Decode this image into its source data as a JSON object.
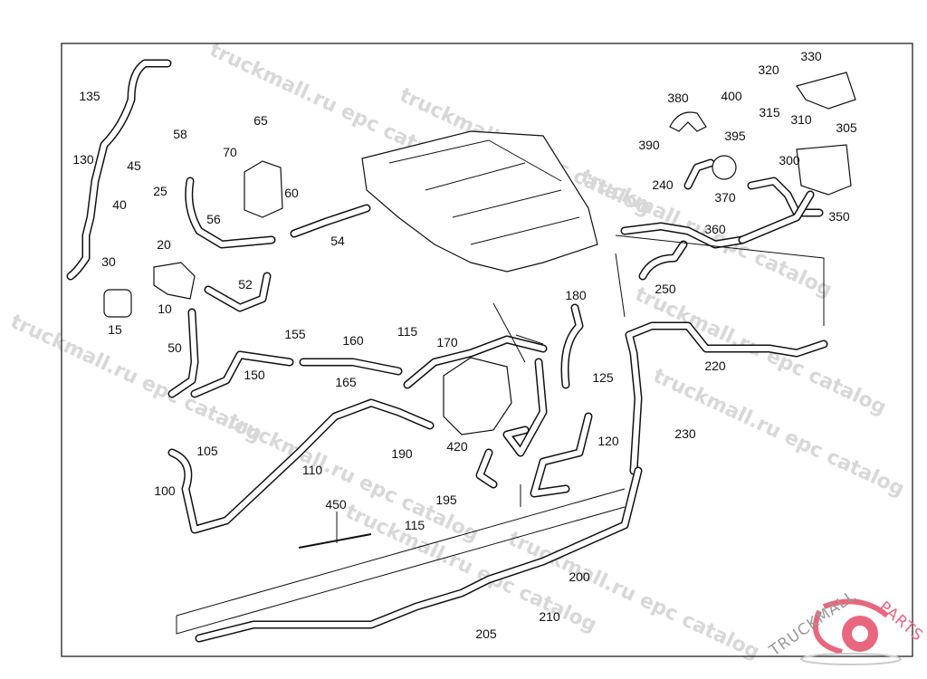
{
  "watermark": "truckmall.ru epc catalog",
  "logo": {
    "text_dark": "TRUCKMALL",
    "text_accent": "PARTS",
    "accent_color": "#e8677f",
    "gray_color": "#9a9a9a"
  },
  "labels": [
    "135",
    "130",
    "45",
    "40",
    "25",
    "20",
    "30",
    "15",
    "10",
    "50",
    "58",
    "56",
    "70",
    "65",
    "60",
    "54",
    "52",
    "155",
    "160",
    "115",
    "170",
    "150",
    "165",
    "180",
    "125",
    "120",
    "230",
    "220",
    "420",
    "110",
    "190",
    "195",
    "115",
    "450",
    "100",
    "105",
    "200",
    "210",
    "205",
    "380",
    "400",
    "390",
    "395",
    "240",
    "370",
    "360",
    "250",
    "320",
    "330",
    "315",
    "310",
    "305",
    "300",
    "350"
  ]
}
